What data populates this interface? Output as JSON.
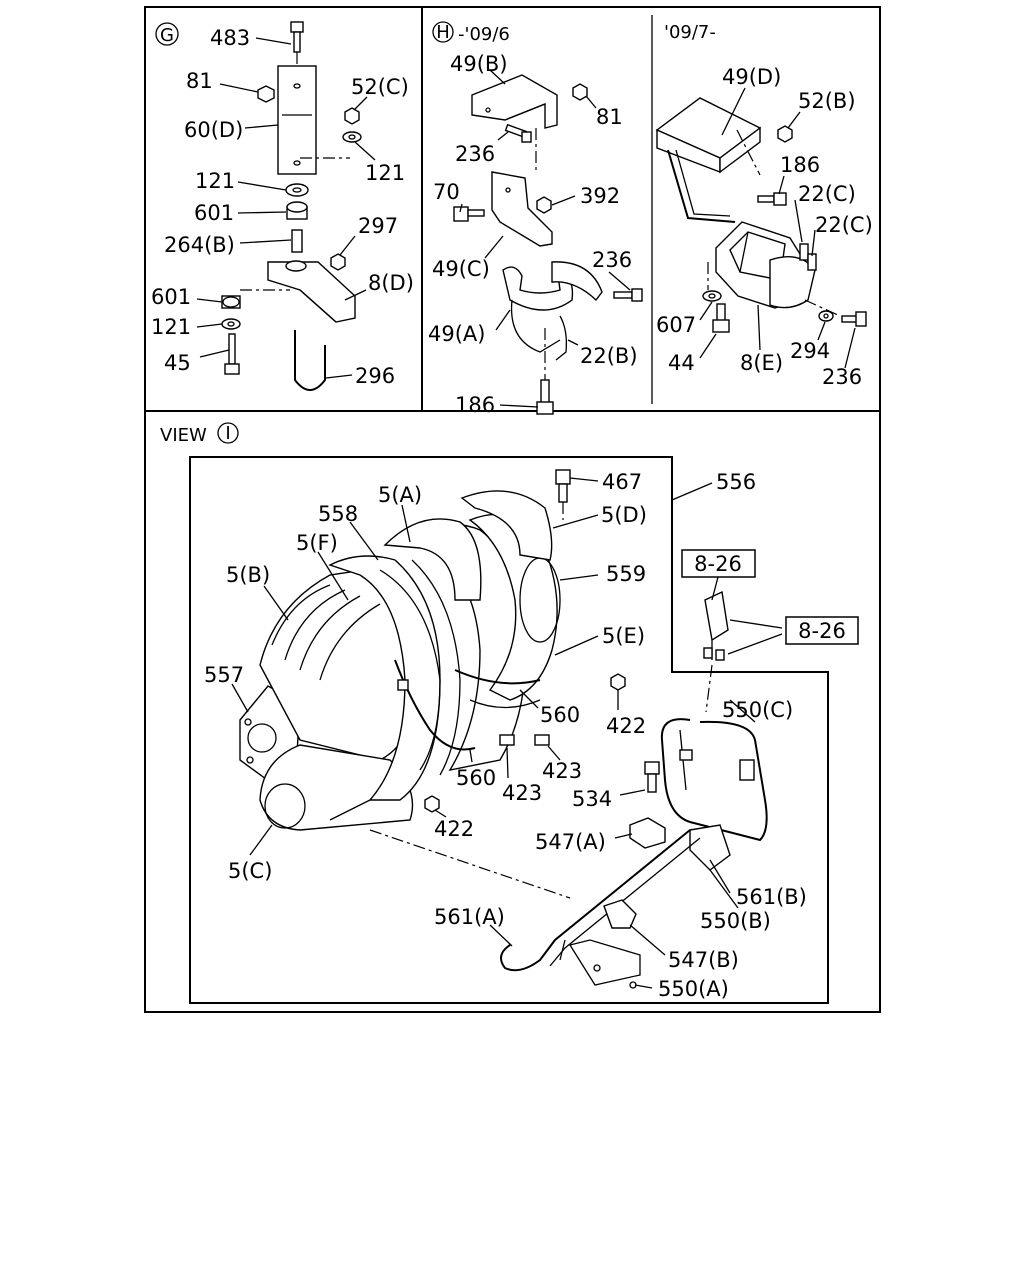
{
  "panels": {
    "g": {
      "marker": "G",
      "labels": {
        "p483": "483",
        "p81": "81",
        "p60d": "60(D)",
        "p52c": "52(C)",
        "p121a": "121",
        "p121b": "121",
        "p601a": "601",
        "p264b": "264(B)",
        "p297": "297",
        "p601b": "601",
        "p8d": "8(D)",
        "p121c": "121",
        "p45": "45",
        "p296": "296"
      }
    },
    "h": {
      "marker": "H",
      "period": "-'09/6",
      "labels": {
        "p49b": "49(B)",
        "p81": "81",
        "p236a": "236",
        "p70": "70",
        "p392": "392",
        "p49c": "49(C)",
        "p236b": "236",
        "p49a": "49(A)",
        "p22b": "22(B)",
        "p186": "186"
      }
    },
    "late": {
      "period": "'09/7-",
      "labels": {
        "p49d": "49(D)",
        "p52b": "52(B)",
        "p186": "186",
        "p22c_a": "22(C)",
        "p22c_b": "22(C)",
        "p607": "607",
        "p44": "44",
        "p8e": "8(E)",
        "p294": "294",
        "p236": "236"
      }
    },
    "view": {
      "prefix": "VIEW",
      "marker": "I",
      "ref_a": "8-26",
      "ref_b": "8-26",
      "labels": {
        "p467": "467",
        "p556": "556",
        "p5a": "5(A)",
        "p558": "558",
        "p5d": "5(D)",
        "p5f": "5(F)",
        "p5b": "5(B)",
        "p559": "559",
        "p5e": "5(E)",
        "p557": "557",
        "p422a": "422",
        "p560a": "560",
        "p550c": "550(C)",
        "p423a": "423",
        "p560b": "560",
        "p423b": "423",
        "p534": "534",
        "p422b": "422",
        "p547a": "547(A)",
        "p5c": "5(C)",
        "p561b": "561(B)",
        "p550b": "550(B)",
        "p561a": "561(A)",
        "p547b": "547(B)",
        "p550a": "550(A)"
      }
    }
  }
}
